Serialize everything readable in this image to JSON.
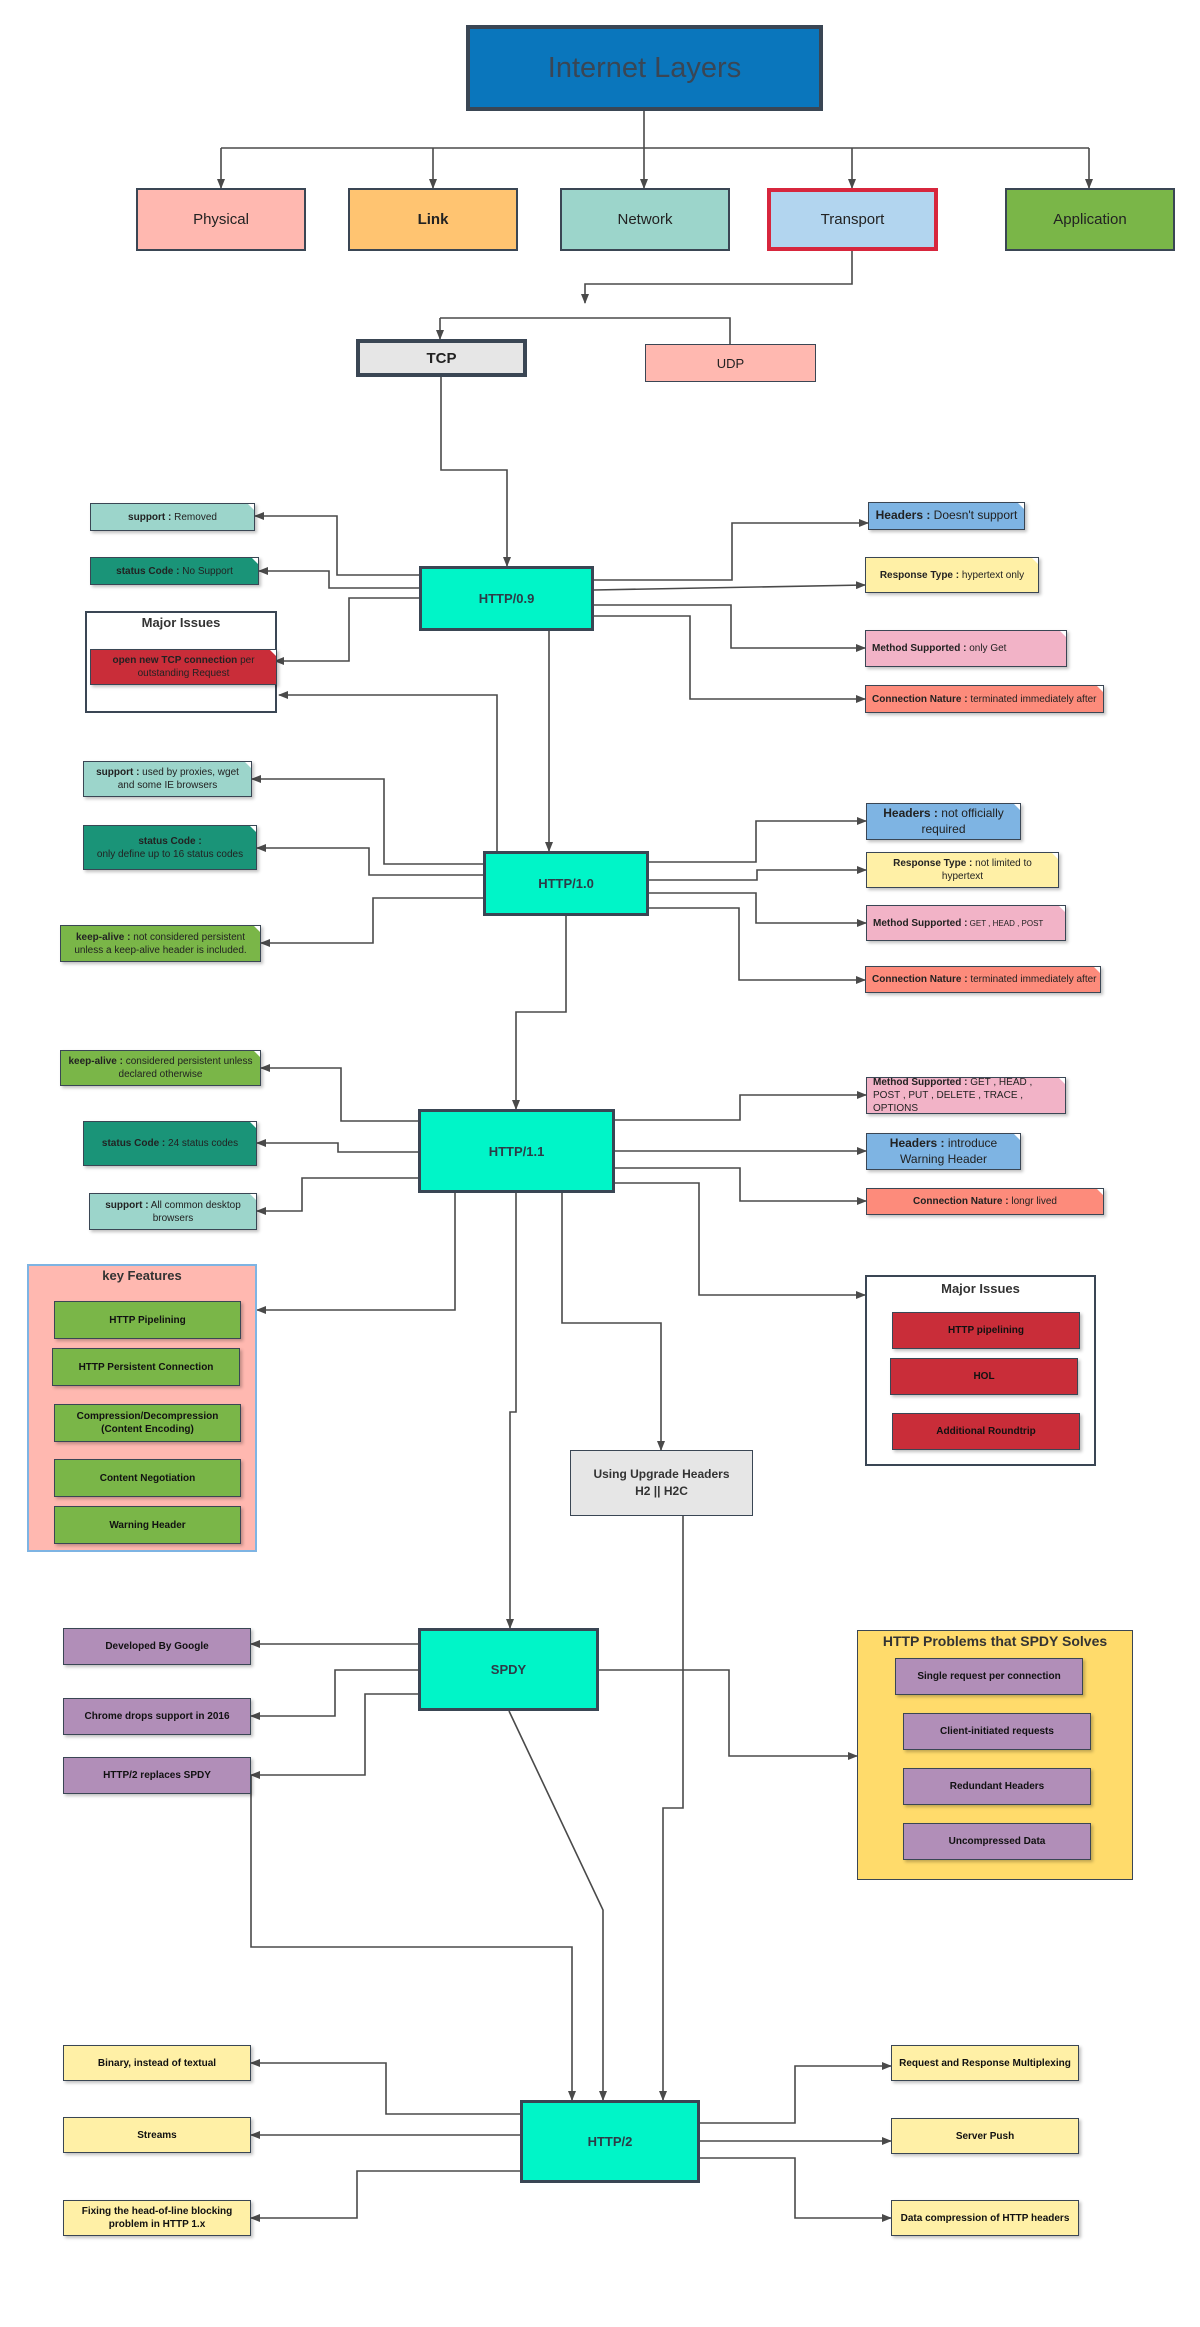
{
  "title": "Internet Layers",
  "layers": [
    "Physical",
    "Link",
    "Network",
    "Transport",
    "Application"
  ],
  "transport": {
    "tcp": "TCP",
    "udp": "UDP"
  },
  "http09": {
    "label": "HTTP/0.9",
    "support_key": "support :",
    "support_val": " Removed",
    "status_key": "status Code :",
    "status_val": "  No Support",
    "major_title": "Major Issues",
    "issue_key": "open new TCP connection",
    "issue_val": " per outstanding Request",
    "headers_key": "Headers :",
    "headers_val": " Doesn't support",
    "response_key": "Response Type :",
    "response_val": " hypertext only",
    "method_key": "Method Supported :",
    "method_val": " only Get",
    "conn_key": "Connection Nature :",
    "conn_val": " terminated immediately after"
  },
  "http10": {
    "label": "HTTP/1.0",
    "support_key": "support :",
    "support_val": " used by proxies, wget and some IE browsers",
    "status_key": "status Code :",
    "status_val": "only define up to 16 status codes",
    "keepalive_key": "keep-alive :",
    "keepalive_val": " not considered persistent unless a keep-alive header is included.",
    "headers_key": "Headers :",
    "headers_val": " not officially required",
    "response_key": "Response Type :",
    "response_val": " not limited to hypertext",
    "method_key": "Method Supported :",
    "method_val": " GET , HEAD , POST",
    "conn_key": "Connection Nature :",
    "conn_val": " terminated immediately after"
  },
  "http11": {
    "label": "HTTP/1.1",
    "keepalive_key": "keep-alive :",
    "keepalive_val": " considered persistent unless declared otherwise",
    "status_key": "status Code :",
    "status_val": "  24 status codes",
    "support_key": "support :",
    "support_val": " All common desktop browsers",
    "method_key": "Method Supported :",
    "method_val": " GET , HEAD , POST , PUT , DELETE , TRACE , OPTIONS",
    "headers_key": "Headers :",
    "headers_val": " introduce Warning Header",
    "conn_key": "Connection Nature :",
    "conn_val": " longr lived",
    "features_title": "key Features",
    "features": [
      "HTTP Pipelining",
      "HTTP Persistent Connection",
      "Compression/Decompression (Content Encoding)",
      "Content Negotiation",
      "Warning Header"
    ],
    "issues_title": "Major Issues",
    "issues": [
      "HTTP pipelining",
      "HOL",
      "Additional Roundtrip"
    ]
  },
  "upgrade": {
    "line1": "Using Upgrade Headers",
    "line2": "H2 ||  H2C"
  },
  "spdy": {
    "label": "SPDY",
    "notes": [
      "Developed By Google",
      "Chrome drops support in 2016",
      "HTTP/2 replaces SPDY"
    ],
    "problems_title": "HTTP Problems that SPDY Solves",
    "problems": [
      "Single request per connection",
      "Client-initiated requests",
      "Redundant Headers",
      "Uncompressed Data"
    ]
  },
  "http2": {
    "label": "HTTP/2",
    "left": [
      "Binary, instead of textual",
      "Streams",
      "Fixing the head-of-line blocking problem in HTTP 1.x"
    ],
    "right": [
      "Request and Response Multiplexing",
      "Server Push",
      "Data compression of HTTP headers"
    ]
  },
  "colors": {
    "physical": "#ffb8b0",
    "link": "#ffc471",
    "network": "#9cd5cb",
    "transport": "#b2d5ef",
    "application": "#7ab648",
    "teal_light": "#9cd5cb",
    "teal_dark": "#1a9478",
    "red": "#c92d39",
    "blue": "#7eb4e3",
    "yellow": "#fff0a6",
    "pink": "#f2b3c7",
    "salmon": "#fd8b7b",
    "green": "#7ab648",
    "purple": "#b18eb8",
    "http": "#00f5c8",
    "feature_panel": "#ffb8b0",
    "problem_panel": "#ffdb6b",
    "gray": "#e6e6e6"
  }
}
